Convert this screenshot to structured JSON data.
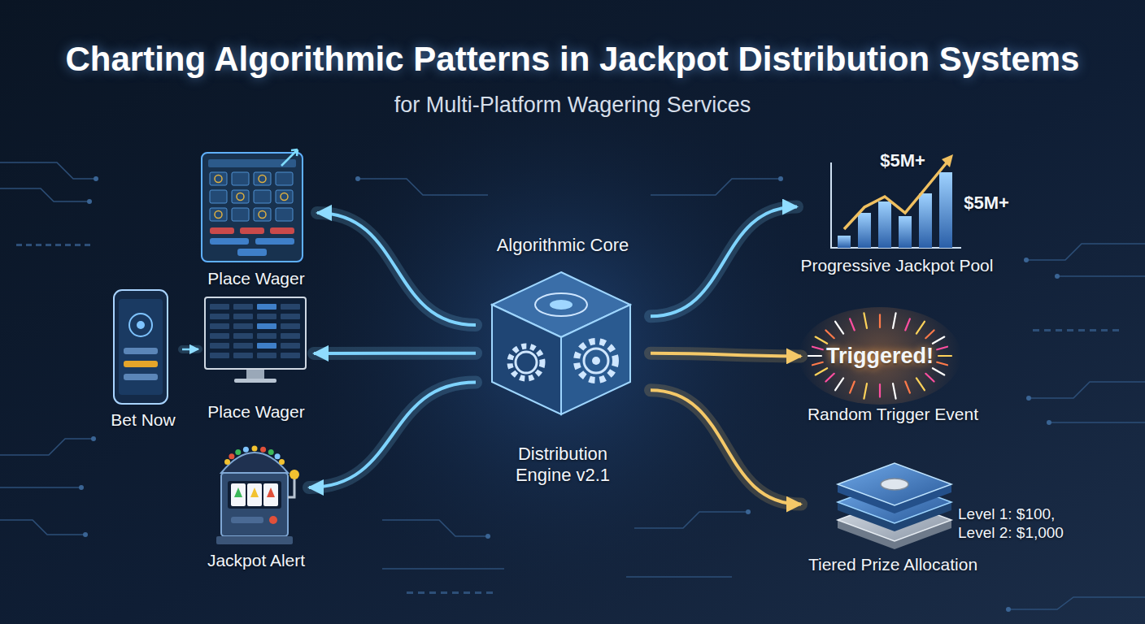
{
  "diagram": {
    "title": "Charting Algorithmic Patterns in Jackpot Distribution Systems",
    "nodes": [
      {
        "text": [
          "Place Wager"
        ]
      },
      {
        "text": [
          "Bet Now"
        ]
      },
      {
        "text": [
          "Place Wager"
        ]
      },
      {
        "text": [
          "Jackpot Alert"
        ]
      },
      {
        "text": [
          "Algorithmic Core",
          "Distribution Engine v2.1"
        ]
      },
      {
        "text": [
          "$5M+",
          "$5M+",
          "Progressive Jackpot Pool"
        ]
      },
      {
        "text": [
          "Triggered!",
          "Random Trigger Event"
        ]
      },
      {
        "text": [
          "Level 1: $100, Level 2: $1,000",
          "Tiered Prize Allocation"
        ]
      }
    ],
    "edges": [
      {
        "from": 4,
        "to": 0,
        "arrow": "to"
      },
      {
        "from": 4,
        "to": 2,
        "arrow": "to"
      },
      {
        "from": 4,
        "to": 3,
        "arrow": "to"
      },
      {
        "from": 1,
        "to": 2,
        "arrow": "to"
      },
      {
        "from": 4,
        "to": 5,
        "arrow": "to"
      },
      {
        "from": 4,
        "to": 6,
        "arrow": "to"
      },
      {
        "from": 4,
        "to": 7,
        "arrow": "to"
      }
    ],
    "labels": [
      "for Multi-Platform Wagering Services"
    ]
  }
}
